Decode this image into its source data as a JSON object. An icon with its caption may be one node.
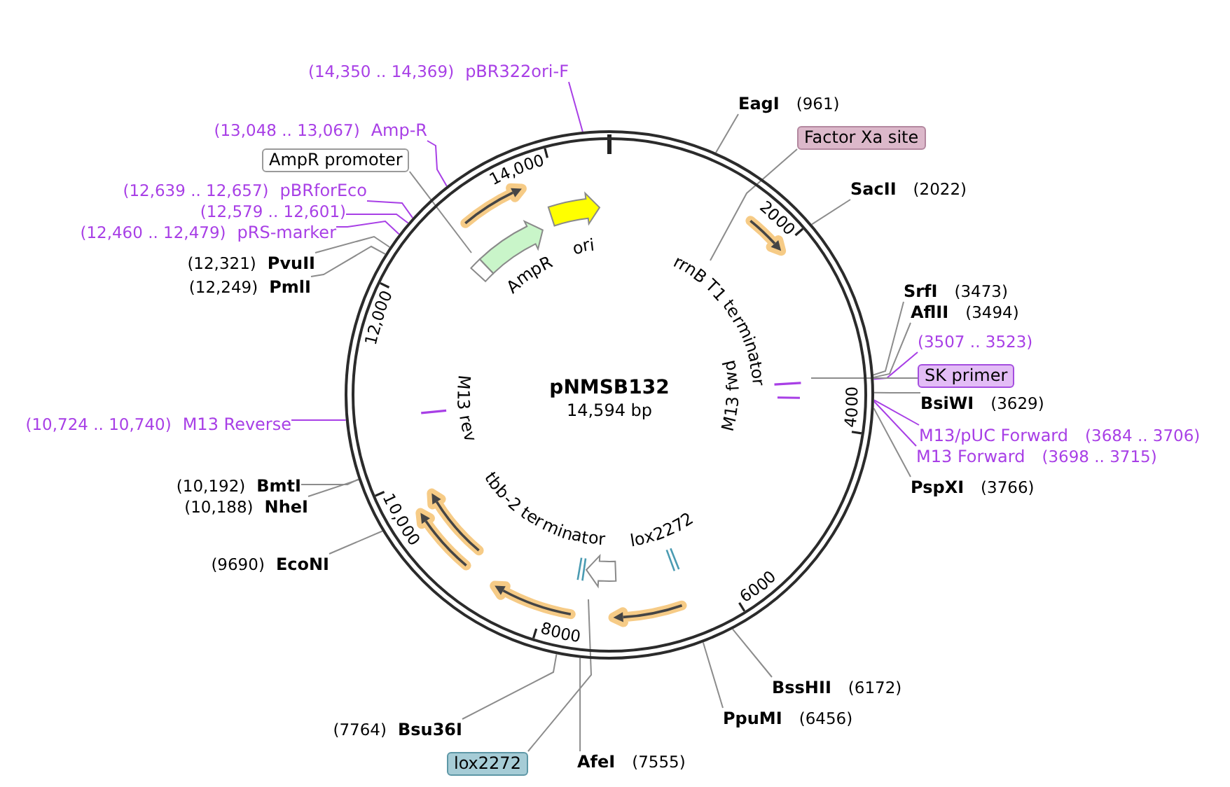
{
  "diagram": {
    "nodes": [
      {
        "text": [
          "pNMSB132",
          "14,594 bp"
        ]
      },
      {
        "text": [
          "(14,350 .. 14,369)",
          "pBR322ori-F"
        ]
      },
      {
        "text": [
          "EagI",
          "(961)"
        ]
      },
      {
        "text": [
          "(13,048 .. 13,067)",
          "Amp-R"
        ]
      },
      {
        "text": [
          "Factor Xa site"
        ]
      },
      {
        "text": [
          "AmpR promoter"
        ]
      },
      {
        "text": [
          "SacII",
          "(2022)"
        ]
      },
      {
        "text": [
          "(12,639 .. 12,657)",
          "pBRforEco"
        ]
      },
      {
        "text": [
          "(12,579 .. 12,601)"
        ]
      },
      {
        "text": [
          "(12,460 .. 12,479)",
          "pRS-marker"
        ]
      },
      {
        "text": [
          "(12,321)",
          "PvuII"
        ]
      },
      {
        "text": [
          "(12,249)",
          "PmlI"
        ]
      },
      {
        "text": [
          "SrfI",
          "(3473)"
        ]
      },
      {
        "text": [
          "AflII",
          "(3494)"
        ]
      },
      {
        "text": [
          "(3507 .. 3523)"
        ]
      },
      {
        "text": [
          "SK primer"
        ]
      },
      {
        "text": [
          "BsiWI",
          "(3629)"
        ]
      },
      {
        "text": [
          "(10,724 .. 10,740)",
          "M13 Reverse"
        ]
      },
      {
        "text": [
          "M13/pUC Forward",
          "(3684 .. 3706)"
        ]
      },
      {
        "text": [
          "M13 Forward",
          "(3698 .. 3715)"
        ]
      },
      {
        "text": [
          "(10,192)",
          "BmtI"
        ]
      },
      {
        "text": [
          "PspXI",
          "(3766)"
        ]
      },
      {
        "text": [
          "(10,188)",
          "NheI"
        ]
      },
      {
        "text": [
          "(9690)",
          "EcoNI"
        ]
      },
      {
        "text": [
          "BssHII",
          "(6172)"
        ]
      },
      {
        "text": [
          "PpuMI",
          "(6456)"
        ]
      },
      {
        "text": [
          "(7764)",
          "Bsu36I"
        ]
      },
      {
        "text": [
          "lox2272"
        ]
      },
      {
        "text": [
          "AfeI",
          "(7555)"
        ]
      }
    ],
    "edges": [
      {
        "from": 1,
        "to": 0,
        "arrow": "none",
        "color": "#a83fe6"
      },
      {
        "from": 2,
        "to": 0,
        "arrow": "none"
      },
      {
        "from": 3,
        "to": 0,
        "arrow": "none",
        "color": "#a83fe6"
      },
      {
        "from": 4,
        "to": 0,
        "arrow": "none"
      },
      {
        "from": 5,
        "to": 0,
        "arrow": "none"
      },
      {
        "from": 6,
        "to": 0,
        "arrow": "none"
      },
      {
        "from": 7,
        "to": 0,
        "arrow": "none",
        "color": "#a83fe6"
      },
      {
        "from": 8,
        "to": 0,
        "arrow": "none",
        "color": "#a83fe6"
      },
      {
        "from": 9,
        "to": 0,
        "arrow": "none",
        "color": "#a83fe6"
      },
      {
        "from": 10,
        "to": 0,
        "arrow": "none"
      },
      {
        "from": 11,
        "to": 0,
        "arrow": "none"
      },
      {
        "from": 12,
        "to": 0,
        "arrow": "none"
      },
      {
        "from": 13,
        "to": 0,
        "arrow": "none"
      },
      {
        "from": 14,
        "to": 0,
        "arrow": "none",
        "color": "#a83fe6"
      },
      {
        "from": 15,
        "to": 0,
        "arrow": "none"
      },
      {
        "from": 16,
        "to": 0,
        "arrow": "none"
      },
      {
        "from": 17,
        "to": 0,
        "arrow": "none",
        "color": "#a83fe6"
      },
      {
        "from": 18,
        "to": 0,
        "arrow": "none",
        "color": "#a83fe6"
      },
      {
        "from": 19,
        "to": 0,
        "arrow": "none",
        "color": "#a83fe6"
      },
      {
        "from": 20,
        "to": 0,
        "arrow": "none"
      },
      {
        "from": 21,
        "to": 0,
        "arrow": "none"
      },
      {
        "from": 22,
        "to": 0,
        "arrow": "none"
      },
      {
        "from": 23,
        "to": 0,
        "arrow": "none"
      },
      {
        "from": 24,
        "to": 0,
        "arrow": "none"
      },
      {
        "from": 25,
        "to": 0,
        "arrow": "none"
      },
      {
        "from": 26,
        "to": 0,
        "arrow": "none"
      },
      {
        "from": 27,
        "to": 0,
        "arrow": "none"
      },
      {
        "from": 28,
        "to": 0,
        "arrow": "none"
      }
    ],
    "labels": [
      "14,000",
      "2000",
      "ori",
      "AmpR",
      "rrnB T1 terminator",
      "12,000",
      "M13 fwd",
      "M13 rev",
      "4000",
      "tbb-2 terminator",
      "10,000",
      "lox2272",
      "6000",
      "8000"
    ]
  }
}
